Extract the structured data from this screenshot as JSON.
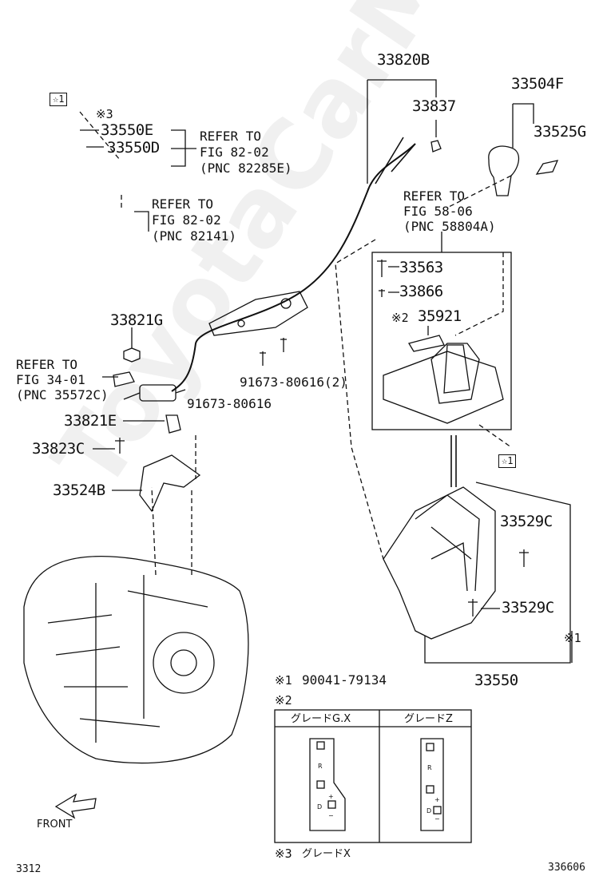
{
  "parts": {
    "p33820B": "33820B",
    "p33837": "33837",
    "p33504F": "33504F",
    "p33525G": "33525G",
    "p33550E": "33550E",
    "p33550D": "33550D",
    "p33563": "33563",
    "p33866": "33866",
    "p35921": "35921",
    "p33821G": "33821G",
    "p91673a": "91673-80616(2)",
    "p91673b": "91673-80616",
    "p33821E": "33821E",
    "p33823C": "33823C",
    "p33524B": "33524B",
    "p33529Ca": "33529C",
    "p33529Cb": "33529C",
    "p33550": "33550"
  },
  "refs": {
    "r1": [
      "REFER TO",
      "FIG 82-02",
      "(PNC 82285E)"
    ],
    "r2": [
      "REFER TO",
      "FIG 82-02",
      "(PNC 82141)"
    ],
    "r3": [
      "REFER TO",
      "FIG 58-06",
      "(PNC 58804A)"
    ],
    "r4": [
      "REFER TO",
      "FIG 34-01",
      "(PNC 35572C)"
    ]
  },
  "marks": {
    "star1_top": "☆1",
    "star1_mid": "☆1",
    "note3": "※3",
    "note2_inline": "※2",
    "note1_side": "※1"
  },
  "notes": {
    "n1_mark": "※1",
    "n1_text": "90041-79134",
    "n2_mark": "※2",
    "n3_mark": "※3",
    "n3_text": "グレードX"
  },
  "grade_table": {
    "col1": "グレードG.X",
    "col2": "グレードZ",
    "glyphs": [
      "R",
      "D",
      "+",
      "−",
      "R",
      "D",
      "+",
      "−"
    ]
  },
  "footer": {
    "front": "FRONT",
    "left_code": "3312",
    "right_code": "336606"
  },
  "watermark": "ToyotaCarMine.ru"
}
